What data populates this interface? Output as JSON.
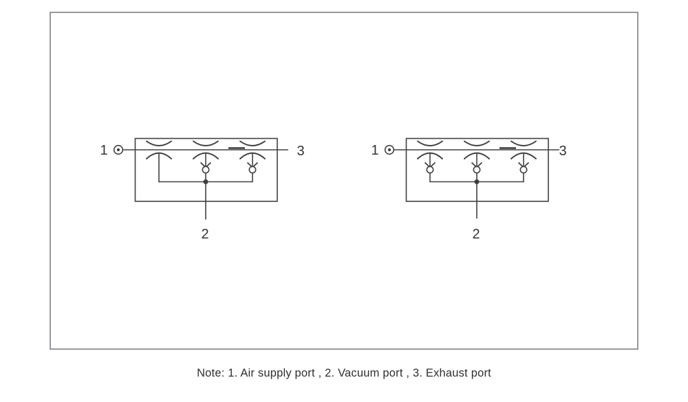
{
  "frame": {
    "border_color": "#96989d",
    "background": "#ffffff"
  },
  "diagrams": [
    {
      "name": "vacuum-ejector-circuit-left",
      "port_labels": {
        "p1": "1",
        "p2": "2",
        "p3": "3"
      }
    },
    {
      "name": "vacuum-ejector-circuit-right",
      "port_labels": {
        "p1": "1",
        "p2": "2",
        "p3": "3"
      }
    }
  ],
  "note": {
    "text": "Note: 1. Air supply port ,  2. Vacuum port ,  3. Exhaust port"
  },
  "colors": {
    "line": "#404040",
    "label_text": "#333333",
    "note_text": "#2f2f2f"
  }
}
